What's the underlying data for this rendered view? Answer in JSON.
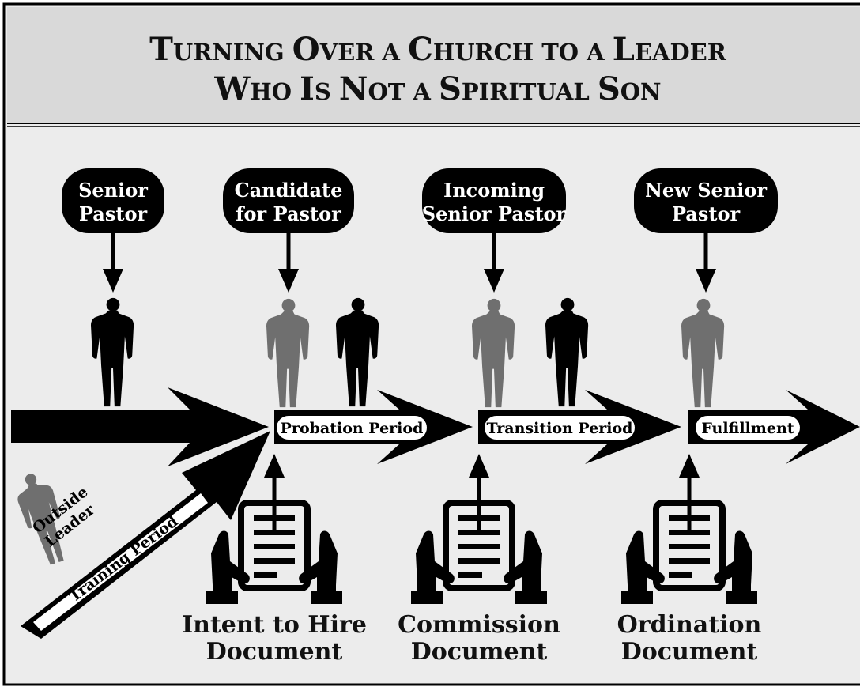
{
  "title": {
    "line1_big1": "T",
    "line1_small1": "URNING ",
    "line1_big2": "O",
    "line1_small2": "VER A ",
    "line1_big3": "C",
    "line1_small3": "HURCH TO A ",
    "line1_big4": "L",
    "line1_small4": "EADER",
    "line2_big1": "W",
    "line2_small1": "HO ",
    "line2_big2": "I",
    "line2_small2": "S ",
    "line2_big3": "N",
    "line2_small3": "OT A ",
    "line2_big4": "S",
    "line2_small4": "PIRITUAL ",
    "line2_big5": "S",
    "line2_small5": "ON"
  },
  "roles": [
    {
      "line1": "Senior",
      "line2": "Pastor"
    },
    {
      "line1": "Candidate",
      "line2": "for Pastor"
    },
    {
      "line1": "Incoming",
      "line2": "Senior Pastor"
    },
    {
      "line1": "New Senior",
      "line2": "Pastor"
    }
  ],
  "periods": {
    "probation": "Probation Period",
    "transition": "Transition Period",
    "fulfillment": "Fulfillment",
    "training": "Training Period"
  },
  "outside_leader": {
    "line1": "Outside",
    "line2": "Leader"
  },
  "documents": [
    {
      "line1": "Intent to Hire",
      "line2": "Document"
    },
    {
      "line1": "Commission",
      "line2": "Document"
    },
    {
      "line1": "Ordination",
      "line2": "Document"
    }
  ],
  "colors": {
    "header_bg": "#d9d9d9",
    "body_bg": "#ececec",
    "ink": "#000000",
    "grey_figure": "#6f6f6f"
  },
  "icons": [
    "person-icon",
    "document-in-hands-icon",
    "arrow-down-icon",
    "arrow-up-icon"
  ]
}
